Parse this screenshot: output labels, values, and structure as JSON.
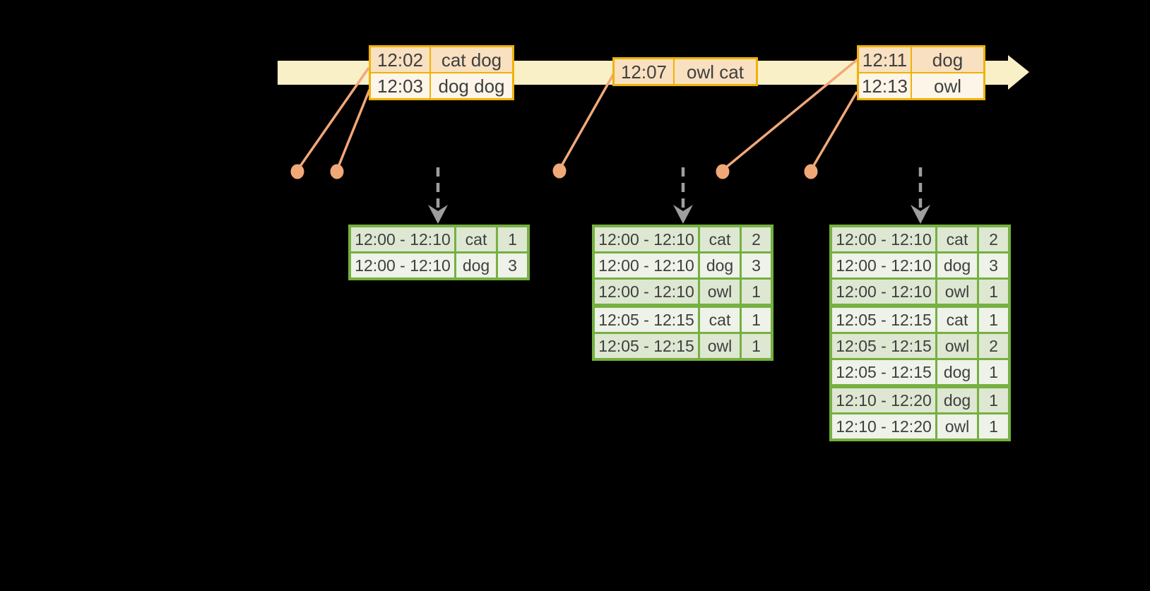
{
  "colors": {
    "background": "#000000",
    "timeline_fill": "#FAF0C8",
    "event_table_border": "#F0B207",
    "event_row_dark": "#F8E0C0",
    "event_row_light": "#FDF5E8",
    "connector_orange": "#F1A878",
    "result_table_border": "#76B041",
    "result_row_dark": "#DEE7D2",
    "result_row_light": "#EEF2E9",
    "trigger_arrow_gray": "#9E9E9E",
    "text": "#3F3F3F"
  },
  "event_tables": [
    {
      "rows": [
        {
          "time": "12:02",
          "words": "cat dog"
        },
        {
          "time": "12:03",
          "words": "dog dog"
        }
      ]
    },
    {
      "rows": [
        {
          "time": "12:07",
          "words": "owl cat"
        }
      ]
    },
    {
      "rows": [
        {
          "time": "12:11",
          "words": "dog"
        },
        {
          "time": "12:13",
          "words": "owl"
        }
      ]
    }
  ],
  "result_tables": [
    {
      "rows": [
        {
          "window": "12:00 - 12:10",
          "word": "cat",
          "count": "1"
        },
        {
          "window": "12:00 - 12:10",
          "word": "dog",
          "count": "3"
        }
      ]
    },
    {
      "rows": [
        {
          "window": "12:00 - 12:10",
          "word": "cat",
          "count": "2"
        },
        {
          "window": "12:00 - 12:10",
          "word": "dog",
          "count": "3"
        },
        {
          "window": "12:00 - 12:10",
          "word": "owl",
          "count": "1"
        },
        {
          "window": "12:05 - 12:15",
          "word": "cat",
          "count": "1"
        },
        {
          "window": "12:05 - 12:15",
          "word": "owl",
          "count": "1"
        }
      ]
    },
    {
      "rows": [
        {
          "window": "12:00 - 12:10",
          "word": "cat",
          "count": "2"
        },
        {
          "window": "12:00 - 12:10",
          "word": "dog",
          "count": "3"
        },
        {
          "window": "12:00 - 12:10",
          "word": "owl",
          "count": "1"
        },
        {
          "window": "12:05 - 12:15",
          "word": "cat",
          "count": "1"
        },
        {
          "window": "12:05 - 12:15",
          "word": "owl",
          "count": "2"
        },
        {
          "window": "12:05 - 12:15",
          "word": "dog",
          "count": "1"
        },
        {
          "window": "12:10 - 12:20",
          "word": "dog",
          "count": "1"
        },
        {
          "window": "12:10 - 12:20",
          "word": "owl",
          "count": "1"
        }
      ]
    }
  ]
}
